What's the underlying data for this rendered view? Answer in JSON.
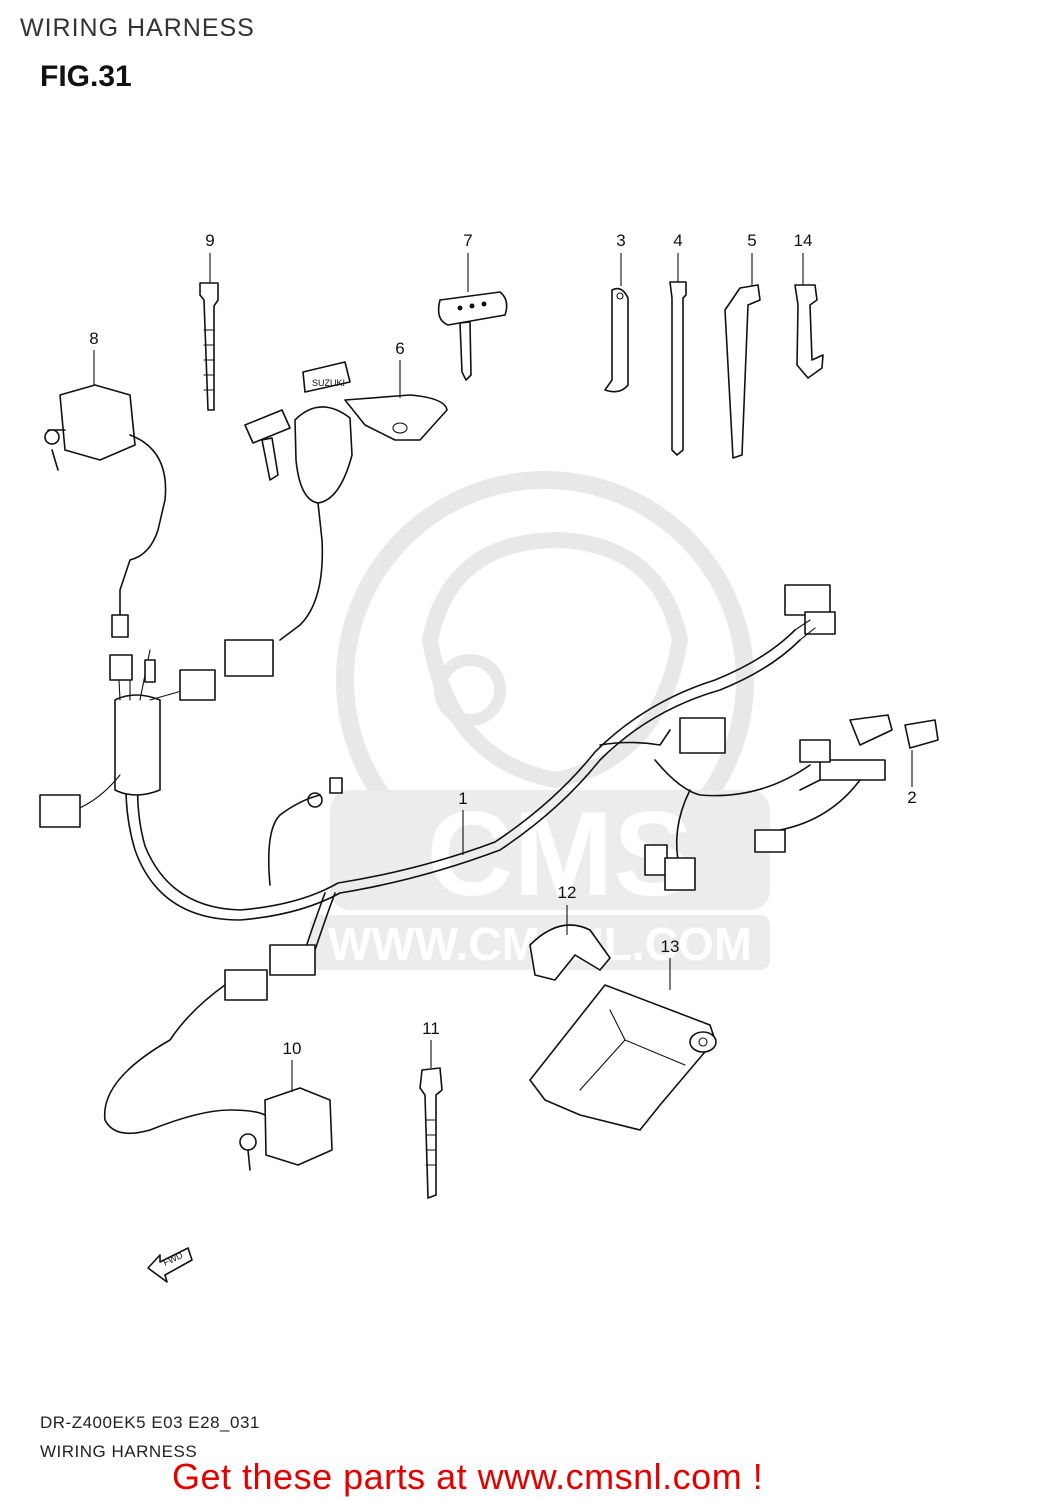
{
  "header": {
    "section_title": "WIRING HARNESS",
    "figure_label": "FIG.31"
  },
  "watermark": {
    "brand": "CMS",
    "url": "WWW.CMSNL.COM"
  },
  "callouts": [
    {
      "id": "1",
      "label": "1"
    },
    {
      "id": "2",
      "label": "2"
    },
    {
      "id": "3",
      "label": "3"
    },
    {
      "id": "4",
      "label": "4"
    },
    {
      "id": "5",
      "label": "5"
    },
    {
      "id": "6",
      "label": "6"
    },
    {
      "id": "7",
      "label": "7"
    },
    {
      "id": "8",
      "label": "8"
    },
    {
      "id": "9",
      "label": "9"
    },
    {
      "id": "10",
      "label": "10"
    },
    {
      "id": "11",
      "label": "11"
    },
    {
      "id": "12",
      "label": "12"
    },
    {
      "id": "13",
      "label": "13"
    },
    {
      "id": "14",
      "label": "14"
    }
  ],
  "fwd_arrow": {
    "label": "FWD"
  },
  "key_label": {
    "label": "SUZUKI"
  },
  "footer": {
    "model_code": "DR-Z400EK5 E03 E28_031",
    "section_name": "WIRING HARNESS",
    "cta": "Get these parts at www.cmsnl.com !",
    "cta_color": "#e30000"
  }
}
